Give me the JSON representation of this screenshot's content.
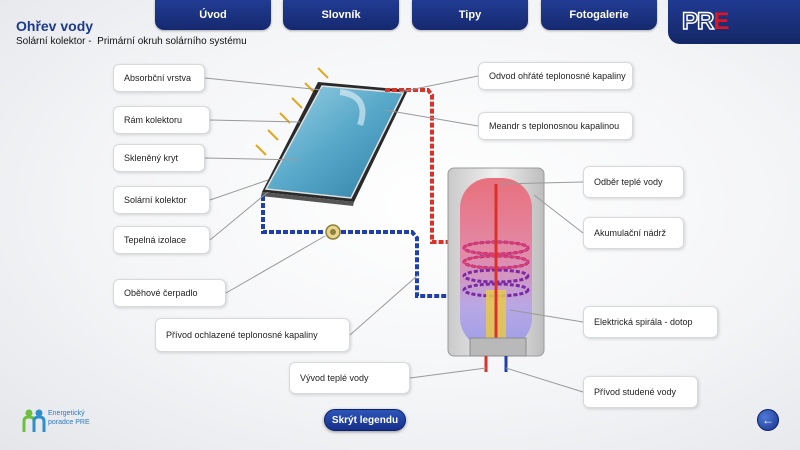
{
  "header": {
    "title": "Ohřev vody",
    "subtitle": "Solární kolektor -  Primární okruh solárního systému"
  },
  "nav": {
    "tabs": [
      {
        "label": "Úvod"
      },
      {
        "label": "Slovník"
      },
      {
        "label": "Tipy"
      },
      {
        "label": "Fotogalerie"
      }
    ]
  },
  "logo": {
    "text_pr": "PR",
    "text_e": "E"
  },
  "labels": {
    "absorber": "Absorbční vrstva",
    "frame": "Rám kolektoru",
    "glass": "Skleněný kryt",
    "collector": "Solární kolektor",
    "insulation": "Tepelná izolace",
    "pump": "Oběhové čerpadlo",
    "cold_supply": "Přívod ochlazené teplonosné kapaliny",
    "hot_outlet_fluid": "Odvod ohřáté teplonosné kapaliny",
    "meander": "Meandr s teplonosnou kapalinou",
    "hot_draw": "Odběr teplé vody",
    "tank": "Akumulační nádrž",
    "spiral": "Elektrická spirála - dotop",
    "hot_water_outlet": "Vývod teplé vody",
    "cold_water_inlet": "Přívod studené vody"
  },
  "buttons": {
    "hide_legend": "Skrýt legendu",
    "back_icon": "back-arrow-icon"
  },
  "footer_logo": {
    "line1": "Energetický",
    "line2": "poradce PRE"
  },
  "colors": {
    "brand_blue": "#1b3a8f",
    "logo_red": "#e0141e",
    "hot_pipe": "#d8322a",
    "cold_pipe": "#1f3fb0"
  }
}
